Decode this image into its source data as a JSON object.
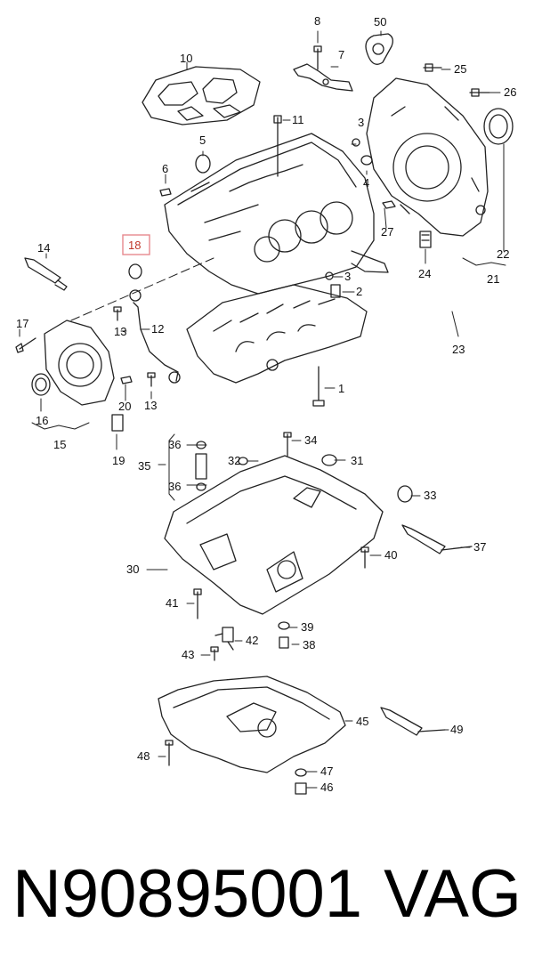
{
  "callouts": {
    "c1": "1",
    "c2": "2",
    "c3a": "3",
    "c3b": "3",
    "c4": "4",
    "c5": "5",
    "c6": "6",
    "c7": "7",
    "c8": "8",
    "c10": "10",
    "c11": "11",
    "c12": "12",
    "c13a": "13",
    "c13b": "13",
    "c14": "14",
    "c15": "15",
    "c16": "16",
    "c17": "17",
    "c18": "18",
    "c19": "19",
    "c20": "20",
    "c21": "21",
    "c22": "22",
    "c23": "23",
    "c24": "24",
    "c25": "25",
    "c26": "26",
    "c27": "27",
    "c30": "30",
    "c31": "31",
    "c32": "32",
    "c33": "33",
    "c34": "34",
    "c35": "35",
    "c36a": "36",
    "c36b": "36",
    "c37": "37",
    "c38": "38",
    "c39": "39",
    "c40": "40",
    "c41": "41",
    "c42": "42",
    "c43": "43",
    "c45": "45",
    "c46": "46",
    "c47": "47",
    "c48": "48",
    "c49": "49",
    "c50": "50"
  },
  "highlight_color": "#e6898f",
  "footer": {
    "part_number": "N90895001",
    "brand": "VAG"
  }
}
